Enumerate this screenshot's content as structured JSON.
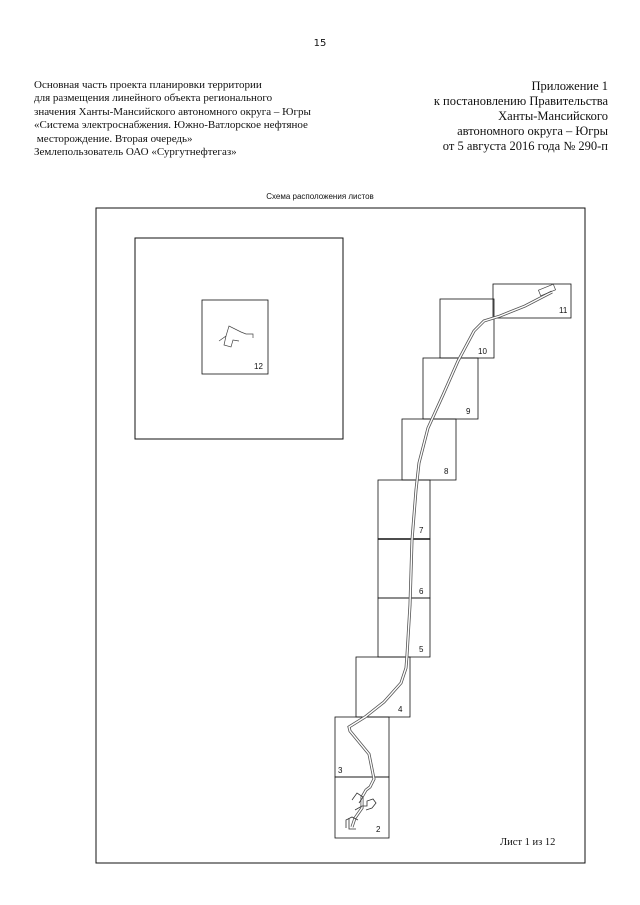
{
  "page": {
    "number": "15"
  },
  "header_left": {
    "lines": [
      "Основная часть проекта планировки территории",
      "для размещения линейного объекта регионального",
      "значения Ханты-Мансийского автономного округа – Югры",
      "«Система электроснабжения. Южно-Ватлорское нефтяное",
      " месторождение. Вторая очередь»",
      "Землепользователь ОАО «Сургутнефтегаз»"
    ]
  },
  "header_right": {
    "lines": [
      "Приложение 1",
      "к постановлению Правительства",
      "Ханты-Мансийского",
      "автономного округа – Югры",
      "от 5 августа 2016 года № 290-п"
    ]
  },
  "scheme": {
    "title": "Схема расположения листов",
    "sheet_count": "Лист 1 из 12",
    "sheets": [
      {
        "id": "2",
        "label": "2"
      },
      {
        "id": "3",
        "label": "3"
      },
      {
        "id": "4",
        "label": "4"
      },
      {
        "id": "5",
        "label": "5"
      },
      {
        "id": "6",
        "label": "6"
      },
      {
        "id": "7",
        "label": "7"
      },
      {
        "id": "8",
        "label": "8"
      },
      {
        "id": "9",
        "label": "9"
      },
      {
        "id": "10",
        "label": "10"
      },
      {
        "id": "11",
        "label": "11"
      },
      {
        "id": "12",
        "label": "12"
      }
    ]
  }
}
